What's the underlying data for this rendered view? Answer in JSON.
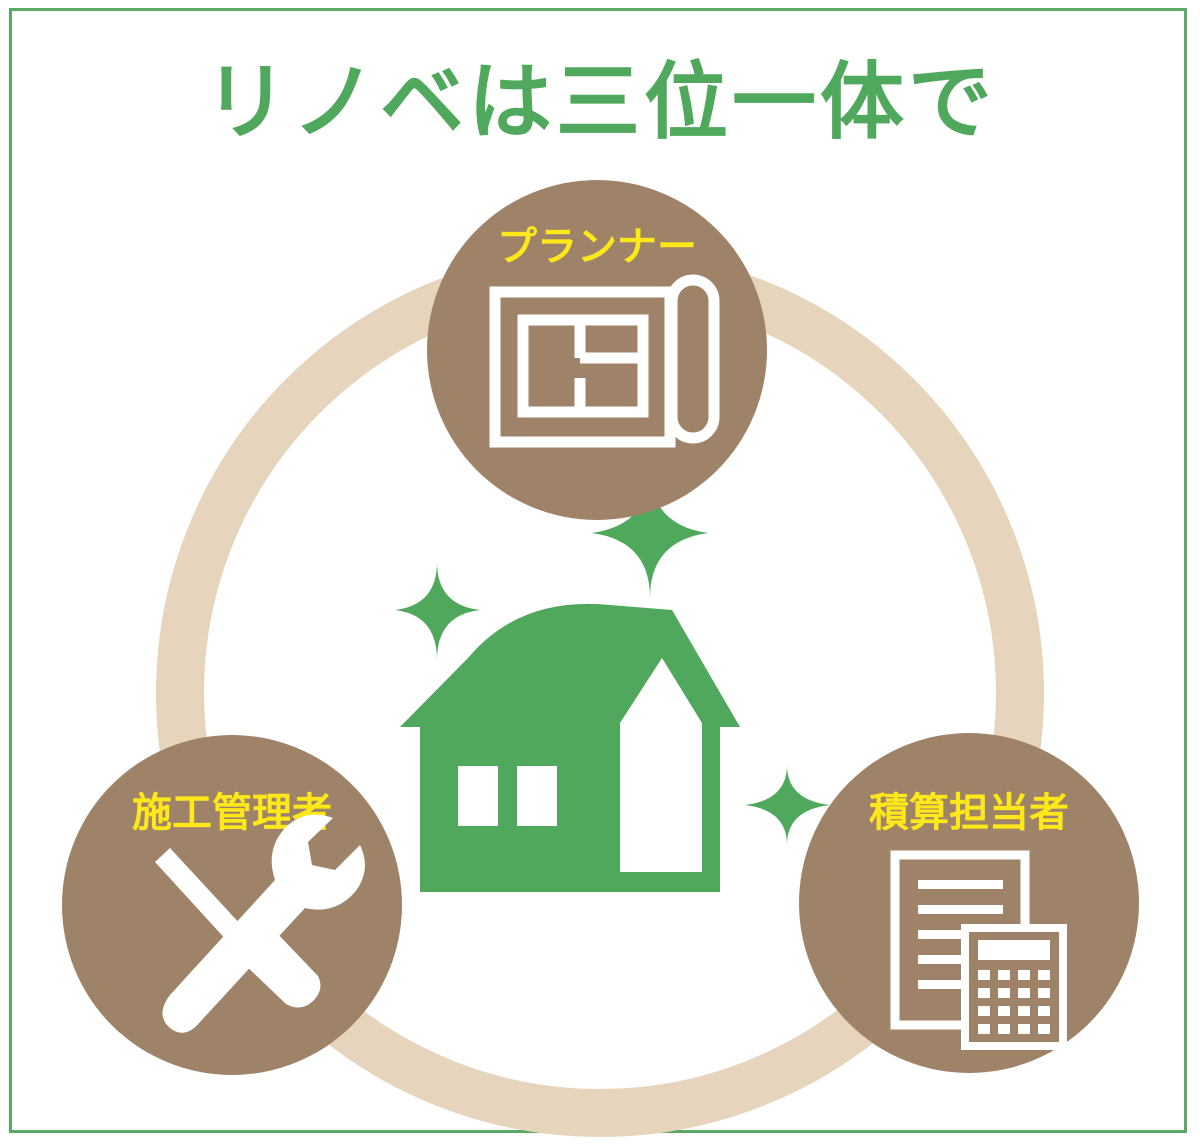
{
  "title": "リノベは三位一体で",
  "roles": {
    "planner": {
      "label": "プランナー",
      "icon": "blueprint-icon"
    },
    "construction_manager": {
      "label": "施工管理者",
      "icon": "tools-icon"
    },
    "estimator": {
      "label": "積算担当者",
      "icon": "calculator-document-icon"
    }
  },
  "center_icon": "sparkling-house-icon",
  "colors": {
    "accent_green": "#4fa85b",
    "ring_beige": "#e6d5bc",
    "circle_brown": "#9f8369",
    "label_yellow": "#ffe81a",
    "border_green": "#5aa865"
  }
}
